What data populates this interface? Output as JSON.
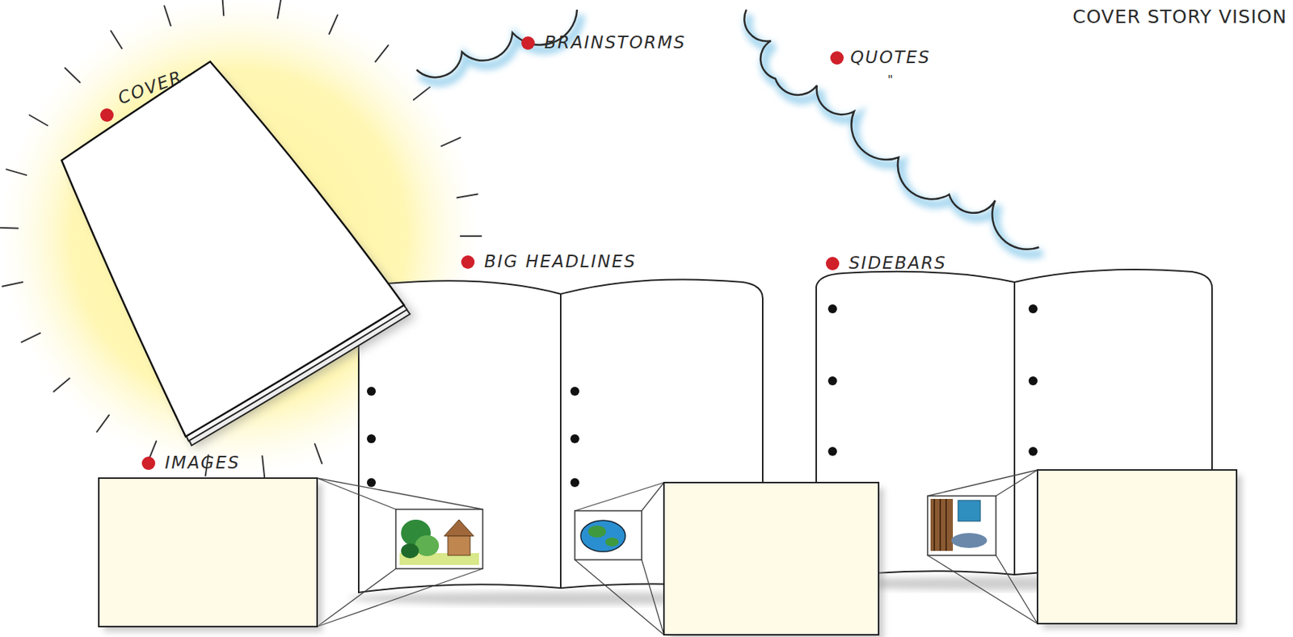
{
  "diagram": {
    "title": "COVER STORY VISION",
    "nodes": [
      {
        "text": [
          "COVER"
        ]
      },
      {
        "text": [
          "BRAINSTORMS",
          "QUOTES"
        ]
      },
      {
        "text": [
          "BIG HEADLINES"
        ]
      },
      {
        "text": [
          "SIDEBARS"
        ]
      },
      {
        "text": [
          "IMAGES"
        ]
      }
    ],
    "labels": [
      "\""
    ]
  }
}
